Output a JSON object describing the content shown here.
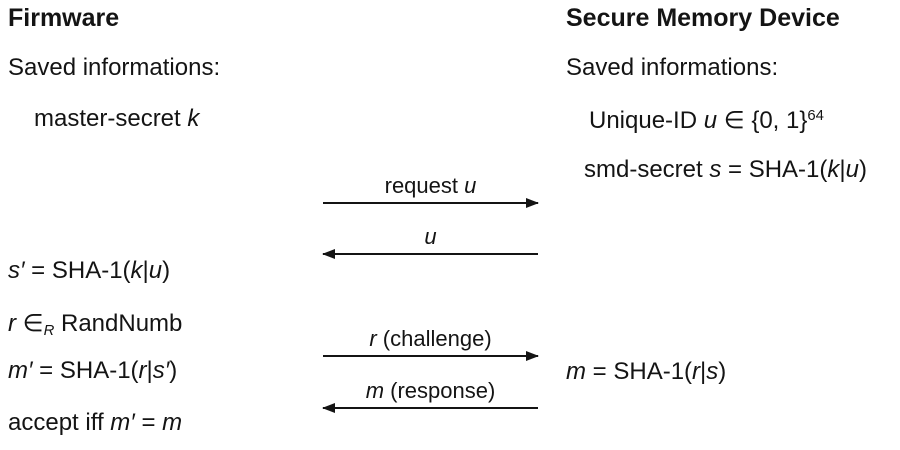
{
  "colors": {
    "background": "#ffffff",
    "text": "#141414",
    "arrow_line": "#141414"
  },
  "parties": {
    "left": {
      "title": "Firmware"
    },
    "right": {
      "title": "Secure Memory Device"
    }
  },
  "left_column": {
    "lines": [
      {
        "name": "saved-informations",
        "segments": [
          {
            "t": "Saved informations:"
          }
        ]
      },
      {
        "name": "master-secret",
        "segments": [
          {
            "t": "master-secret "
          },
          {
            "t": "k",
            "i": true
          }
        ]
      },
      {
        "name": "s-prime-computation",
        "segments": [
          {
            "t": "s′",
            "i": true
          },
          {
            "t": " = SHA-1("
          },
          {
            "t": "k",
            "i": true
          },
          {
            "t": "|"
          },
          {
            "t": "u",
            "i": true
          },
          {
            "t": ")"
          }
        ]
      },
      {
        "name": "random-number",
        "segments": [
          {
            "t": "r",
            "i": true
          },
          {
            "t": " ∈"
          },
          {
            "t": "R",
            "i": true,
            "sub": true
          },
          {
            "t": " RandNumb"
          }
        ]
      },
      {
        "name": "m-prime-computation",
        "segments": [
          {
            "t": "m′",
            "i": true
          },
          {
            "t": " = SHA-1("
          },
          {
            "t": "r",
            "i": true
          },
          {
            "t": "|"
          },
          {
            "t": "s′",
            "i": true
          },
          {
            "t": ")"
          }
        ]
      },
      {
        "name": "accept-condition",
        "segments": [
          {
            "t": "accept iff "
          },
          {
            "t": "m′",
            "i": true
          },
          {
            "t": " = "
          },
          {
            "t": "m",
            "i": true
          }
        ]
      }
    ]
  },
  "right_column": {
    "lines": [
      {
        "name": "saved-informations",
        "segments": [
          {
            "t": "Saved informations:"
          }
        ]
      },
      {
        "name": "unique-id",
        "segments": [
          {
            "t": "Unique-ID "
          },
          {
            "t": "u",
            "i": true
          },
          {
            "t": " ∈ {0, 1}"
          },
          {
            "t": "64",
            "sup": true
          }
        ]
      },
      {
        "name": "smd-secret",
        "segments": [
          {
            "t": "smd-secret "
          },
          {
            "t": "s",
            "i": true
          },
          {
            "t": " = SHA-1("
          },
          {
            "t": "k",
            "i": true
          },
          {
            "t": "|"
          },
          {
            "t": "u",
            "i": true
          },
          {
            "t": ")"
          }
        ]
      },
      {
        "name": "m-computation",
        "segments": [
          {
            "t": "m",
            "i": true
          },
          {
            "t": " = SHA-1("
          },
          {
            "t": "r",
            "i": true
          },
          {
            "t": "|"
          },
          {
            "t": "s",
            "i": true
          },
          {
            "t": ")"
          }
        ]
      }
    ]
  },
  "arrows": [
    {
      "name": "request-u",
      "direction": "right",
      "segments": [
        {
          "t": "request "
        },
        {
          "t": "u",
          "i": true
        }
      ]
    },
    {
      "name": "u-reply",
      "direction": "left",
      "segments": [
        {
          "t": "u",
          "i": true
        }
      ]
    },
    {
      "name": "r-challenge",
      "direction": "right",
      "segments": [
        {
          "t": "r",
          "i": true
        },
        {
          "t": " (challenge)"
        }
      ]
    },
    {
      "name": "m-response",
      "direction": "left",
      "segments": [
        {
          "t": "m",
          "i": true
        },
        {
          "t": " (response)"
        }
      ]
    }
  ]
}
